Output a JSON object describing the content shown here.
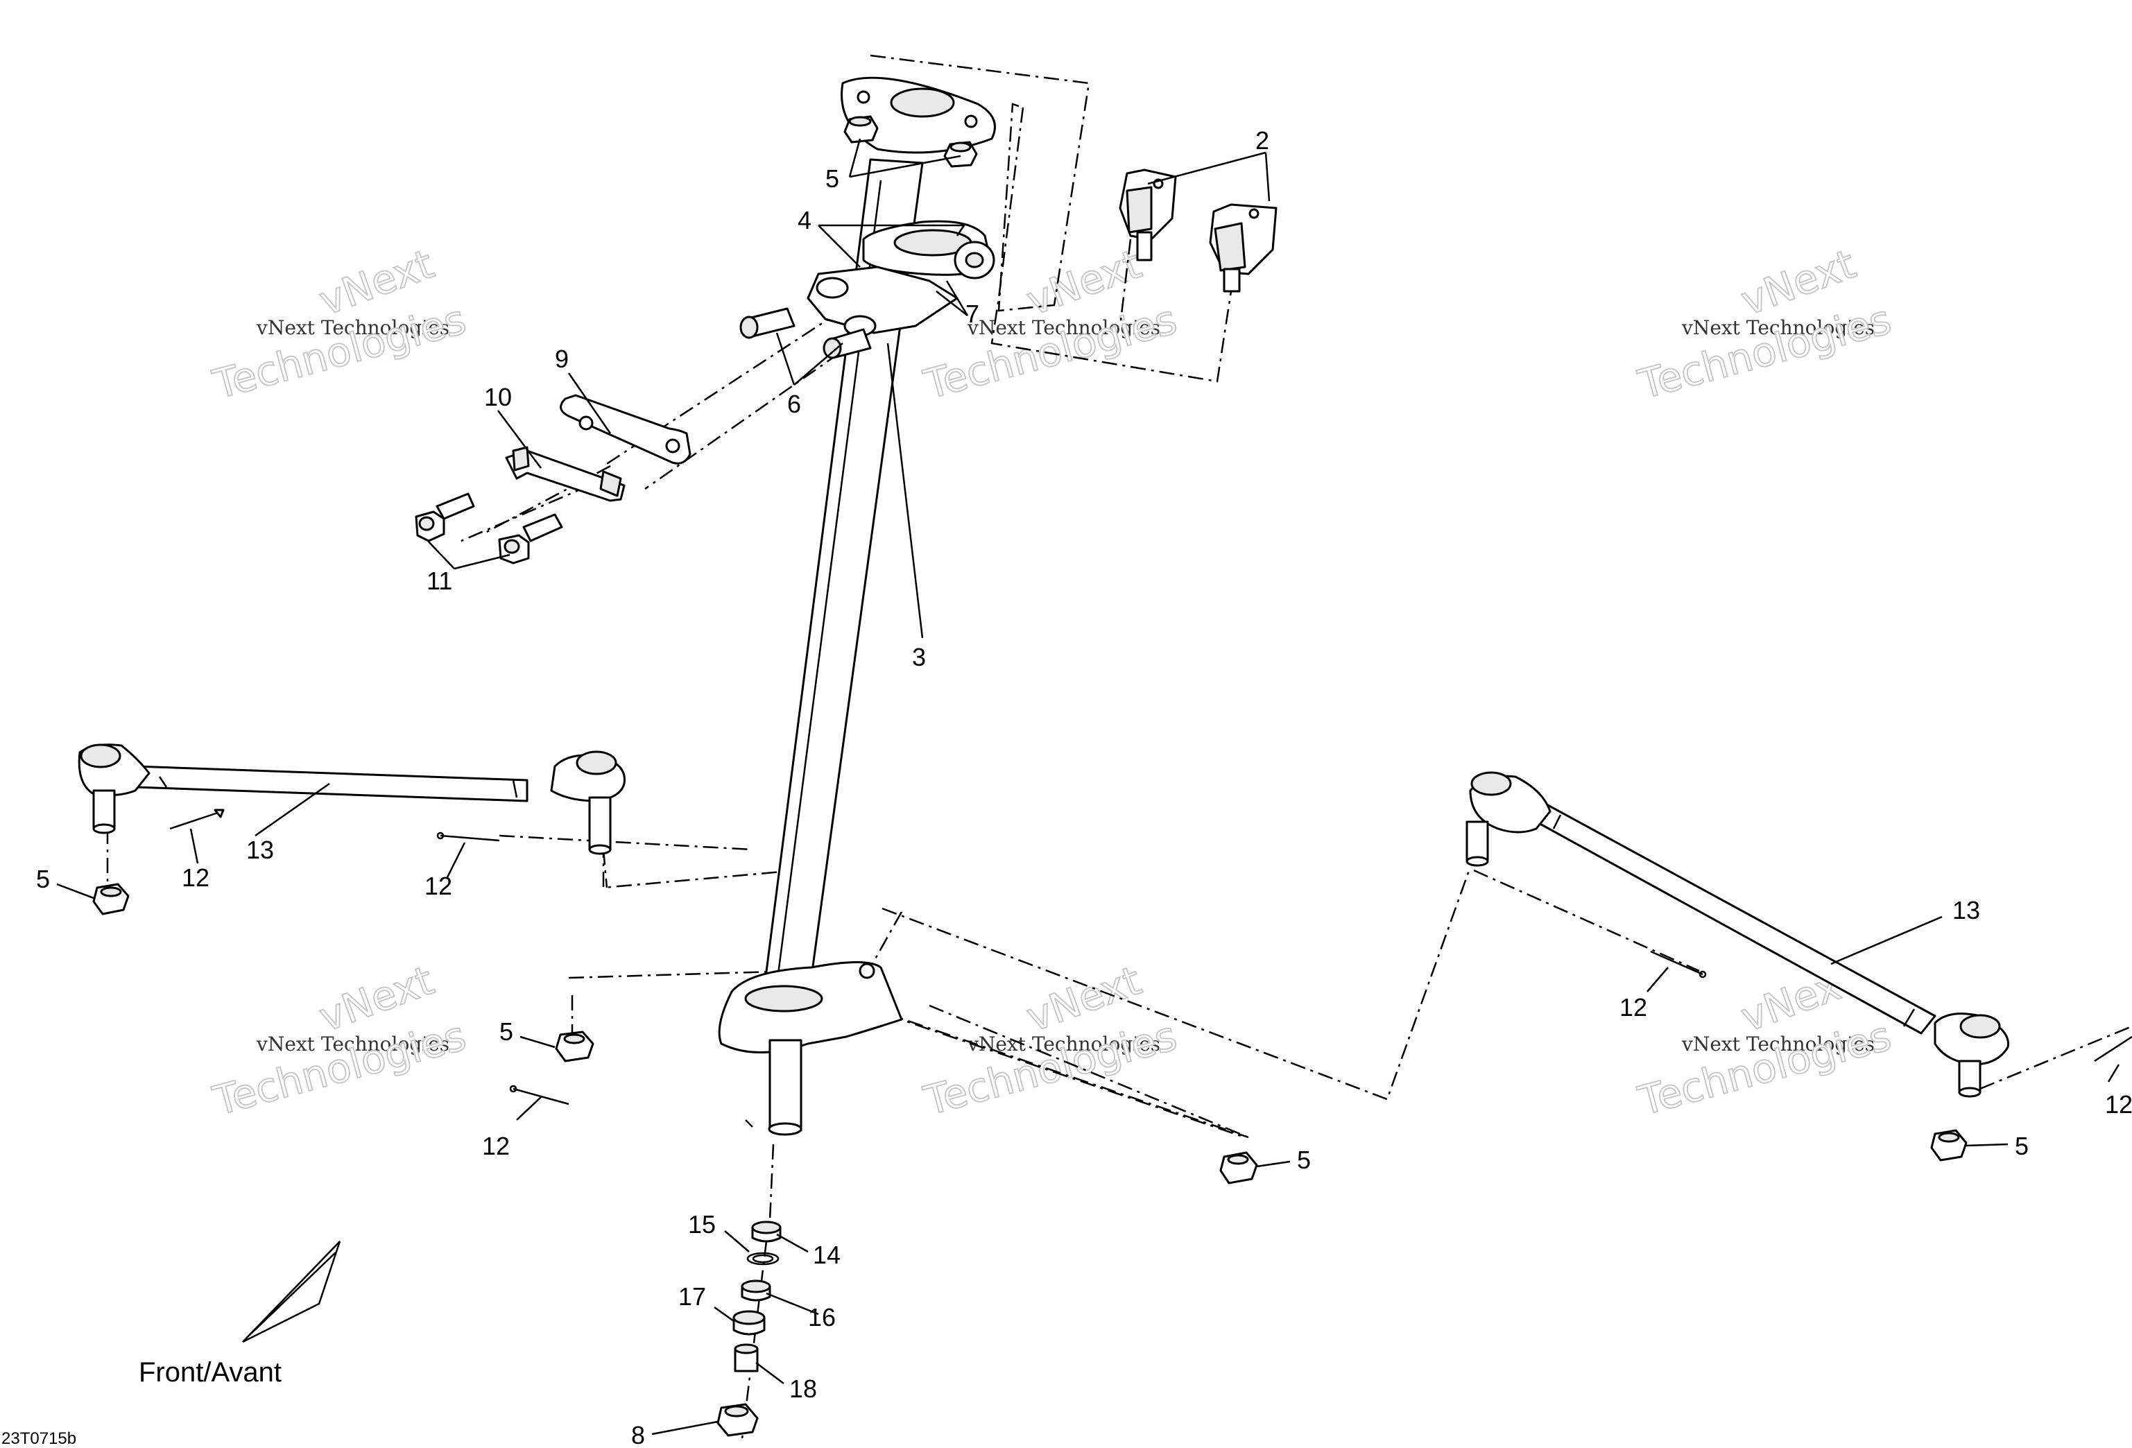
{
  "callouts": {
    "c2": "2",
    "c3": "3",
    "c4": "4",
    "c5": "5",
    "c6": "6",
    "c7": "7",
    "c8": "8",
    "c9": "9",
    "c10": "10",
    "c11": "11",
    "c12": "12",
    "c13": "13",
    "c14": "14",
    "c15": "15",
    "c16": "16",
    "c17": "17",
    "c18": "18"
  },
  "front_label": "Front/Avant",
  "drawing_code": "23T0715b",
  "watermark": {
    "line1": "vNext",
    "line2": "vNext Technologies",
    "line3": "Technologies"
  }
}
